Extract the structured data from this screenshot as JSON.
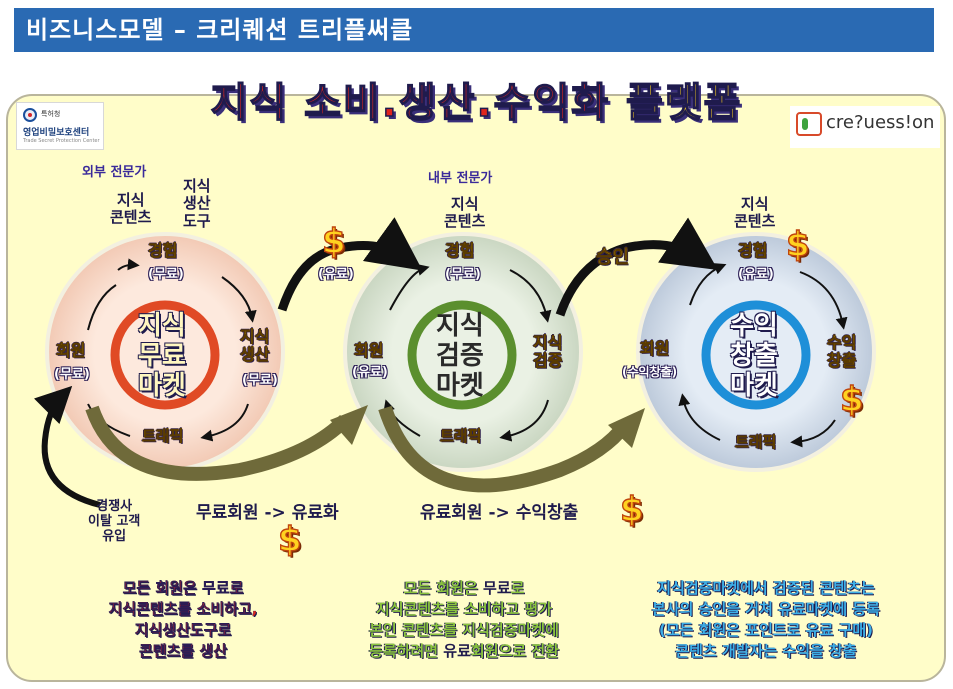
{
  "header": {
    "title": "비즈니스모델 – 크리퀘션 트리플써클"
  },
  "banner": {
    "main": "지식 소비.생산.수익화",
    "accent": "플랫폼"
  },
  "logos": {
    "left": {
      "small": "특허청",
      "name": "영업비밀보호센터",
      "sub": "Trade Secret Protection Center"
    },
    "right": {
      "name": "cre?uess!on"
    }
  },
  "circles": {
    "free": {
      "expert": "외부 전문가",
      "content": "지식\n콘텐츠",
      "tool": "지식\n생산\n도구",
      "top": "경험",
      "top_sub": "(무료)",
      "right": "지식\n생산",
      "right_sub": "(무료)",
      "bottom": "트래픽",
      "left": "회원",
      "left_sub": "(무료)",
      "center": "지식\n무료\n마켓",
      "color": "#e04a25",
      "fill": "#fbe0d2"
    },
    "verify": {
      "expert": "내부 전문가",
      "content": "지식\n콘텐츠",
      "top": "경험",
      "top_sub": "(무료)",
      "right": "지식\n검증",
      "bottom": "트래픽",
      "left": "회원",
      "left_sub": "(유료)",
      "center": "지식\n검증\n마켓",
      "color": "#5b8f2e",
      "fill": "#e0ecd9"
    },
    "profit": {
      "content": "지식\n콘텐츠",
      "top": "경험",
      "top_sub": "(유료)",
      "right": "수익\n창출",
      "bottom": "트래픽",
      "left": "회원",
      "left_sub": "(수익창출)",
      "center": "수익\n창출\n마켓",
      "color": "#1e8fd8",
      "fill": "#dbe6f2"
    }
  },
  "flows": {
    "paid_tag": "(유료)",
    "approval": "승인",
    "free_to_paid": "무료회원 -> 유료화",
    "paid_to_profit": "유료회원 -> 수익창출",
    "churn": "경쟁사\n이탈 고객\n유입"
  },
  "dollar_sign": "$",
  "notes": {
    "free": [
      [
        "모든 회원은 ",
        "무료",
        "로"
      ],
      [
        "지식콘텐츠를 소비하고,"
      ],
      [
        "지식생산도구로"
      ],
      [
        "콘텐츠를 생산"
      ]
    ],
    "verify": [
      [
        "모든 회원은 ",
        "무료",
        "로"
      ],
      [
        "지식콘텐츠를 소비하고 평가"
      ],
      [
        "본인 콘텐츠를 지식검증마켓에"
      ],
      [
        "등록하려면 ",
        "유료",
        "회원으로 전환"
      ]
    ],
    "profit": [
      [
        "지식검증마켓에서 검증된 콘텐츠는"
      ],
      [
        "본사의 승인을 거쳐 유료마켓에 등록"
      ],
      [
        "(모든 회원은 포인트로 유료 구매)"
      ],
      [
        "콘텐츠 개발자는 수익을 창출"
      ]
    ]
  },
  "colors": {
    "header_bg": "#2a6ab3",
    "panel_bg": "#fffdc9",
    "navy": "#1f1b4d",
    "arrow_olive": "#6f6a3a"
  }
}
